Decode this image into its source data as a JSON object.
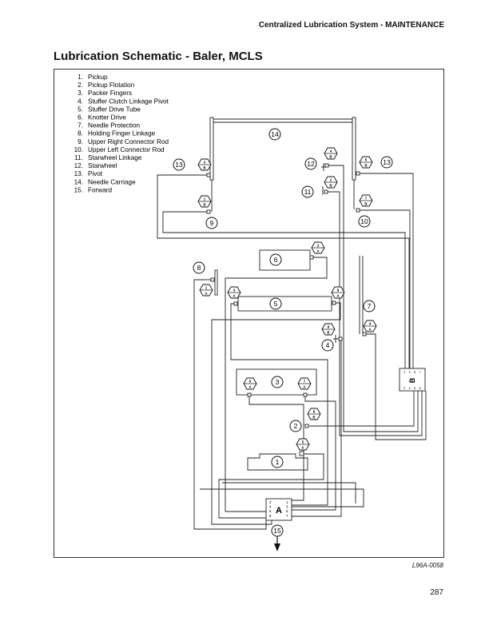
{
  "header": {
    "running_title": "Centralized Lubrication System - MAINTENANCE"
  },
  "page_title": "Lubrication Schematic - Baler, MCLS",
  "legend": [
    {
      "num": "1.",
      "label": "Pickup"
    },
    {
      "num": "2.",
      "label": "Pickup Flotation"
    },
    {
      "num": "3.",
      "label": "Packer Fingers"
    },
    {
      "num": "4.",
      "label": "Stuffer Clutch Linkage Pivot"
    },
    {
      "num": "5.",
      "label": "Stuffer Drive Tube"
    },
    {
      "num": "6.",
      "label": "Knotter Drive"
    },
    {
      "num": "7.",
      "label": "Needle Protection"
    },
    {
      "num": "8.",
      "label": "Holding Finger Linkage"
    },
    {
      "num": "9.",
      "label": "Upper Right Connector Rod"
    },
    {
      "num": "10.",
      "label": "Upper Left Connector Rod"
    },
    {
      "num": "11.",
      "label": "Starwheel Linkage"
    },
    {
      "num": "12.",
      "label": "Starwheel"
    },
    {
      "num": "13.",
      "label": "Pivot"
    },
    {
      "num": "14.",
      "label": "Needle Carriage"
    },
    {
      "num": "15.",
      "label": "Forward"
    }
  ],
  "callouts": [
    "14",
    "13",
    "13",
    "12",
    "11",
    "9",
    "10",
    "6",
    "8",
    "5",
    "7",
    "4",
    "3",
    "2",
    "1",
    "15"
  ],
  "fittings": [
    {
      "outlet": "3",
      "block": "B"
    },
    {
      "outlet": "1",
      "block": "B"
    },
    {
      "outlet": "4",
      "block": "B"
    },
    {
      "outlet": "2",
      "block": "B"
    },
    {
      "outlet": "5",
      "block": "B"
    },
    {
      "outlet": "7",
      "block": "B"
    },
    {
      "outlet": "2",
      "block": "A"
    },
    {
      "outlet": "1",
      "block": "A"
    },
    {
      "outlet": "3",
      "block": "A"
    },
    {
      "outlet": "8",
      "block": "A"
    },
    {
      "outlet": "4",
      "block": "A"
    },
    {
      "outlet": "6",
      "block": "B"
    },
    {
      "outlet": "6",
      "block": "A"
    },
    {
      "outlet": "7",
      "block": "A"
    },
    {
      "outlet": "8",
      "block": "B"
    },
    {
      "outlet": "5",
      "block": "A"
    }
  ],
  "distributors": {
    "a": {
      "label": "A",
      "left_ports": [
        "2",
        "4",
        "6",
        "8"
      ],
      "right_ports": [
        "1",
        "3",
        "5",
        "7"
      ]
    },
    "b": {
      "label": "B",
      "top_ports": [
        "1",
        "3",
        "5",
        "7"
      ],
      "bottom_ports": [
        "2",
        "4",
        "6",
        "8"
      ]
    }
  },
  "figure_code": "L96A-0058",
  "page_number": "287",
  "colors": {
    "ink": "#111111",
    "frame": "#333333"
  }
}
